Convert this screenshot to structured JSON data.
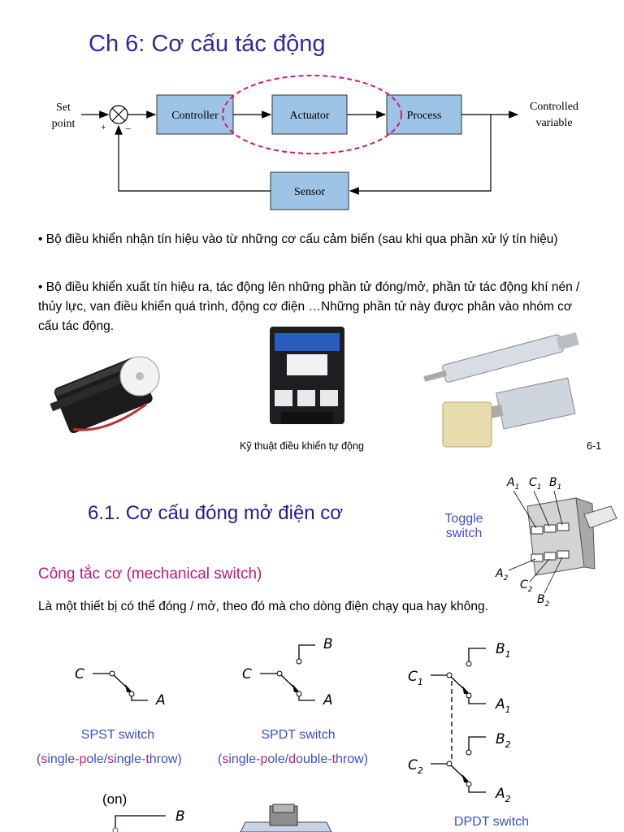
{
  "slide1": {
    "title": "Ch 6: Cơ cấu tác động",
    "diagram": {
      "set_point": [
        "Set",
        "point"
      ],
      "plus": "+",
      "minus": "−",
      "controller": "Controller",
      "actuator": "Actuator",
      "process": "Process",
      "sensor": "Sensor",
      "output": [
        "Controlled",
        "variable"
      ]
    },
    "bullet1": "• Bộ điều khiển nhận tín hiệu vào từ những cơ cấu cảm biến (sau khi qua phần xử lý tín hiệu)",
    "bullet2": "• Bộ điều khiển xuất tín hiệu ra, tác động lên những phần tử đóng/mở, phần tử tác động khí nén / thủy lực, van điều khiển quá trình, động cơ điện …Những phần tử này được phân vào nhóm cơ cấu tác động.",
    "footer": "Kỹ thuật điều khiển tự động",
    "page": "6-1"
  },
  "slide2": {
    "title": "6.1. Cơ cấu đóng mở điện cơ",
    "toggle_label": [
      "Toggle",
      "switch"
    ],
    "toggle_terminals": {
      "a1": "A",
      "c1": "C",
      "b1": "B",
      "a2": "A",
      "c2": "C",
      "b2": "B",
      "sub1": "1",
      "sub2": "2"
    },
    "subtitle": "Công tắc cơ (mechanical switch)",
    "description": "Là một thiết bị có thể đóng / mở, theo đó mà cho dòng điện chạy qua hay không.",
    "spst": {
      "c": "C",
      "a": "A",
      "label": "SPST switch",
      "expansion": {
        "open": "(",
        "s1": "s",
        "ingle": "ingle-",
        "p": "p",
        "ole": "ole/",
        "s2": "s",
        "ingle2": "ingle-",
        "t": "t",
        "hrow": "hrow",
        "close": ")"
      }
    },
    "spdt": {
      "c": "C",
      "a": "A",
      "b": "B",
      "label": "SPDT switch",
      "expansion": {
        "open": "(",
        "s1": "s",
        "ingle": "ingle-",
        "p": "p",
        "ole": "ole/",
        "d": "d",
        "ouble": "ouble-",
        "t": "t",
        "hrow": "hrow",
        "close": ")"
      }
    },
    "dpdt": {
      "c1": "C",
      "c2": "C",
      "a1": "A",
      "a2": "A",
      "b1": "B",
      "b2": "B",
      "sub1": "1",
      "sub2": "2",
      "label": "DPDT switch"
    },
    "on_label": "(on)",
    "bottom_b": "B"
  },
  "colors": {
    "title": "#2b2b9e",
    "block_fill": "#9dc3e6",
    "ellipse": "#d6186e",
    "accent_blue": "#3b4fd1",
    "subtitle": "#c2187b"
  }
}
